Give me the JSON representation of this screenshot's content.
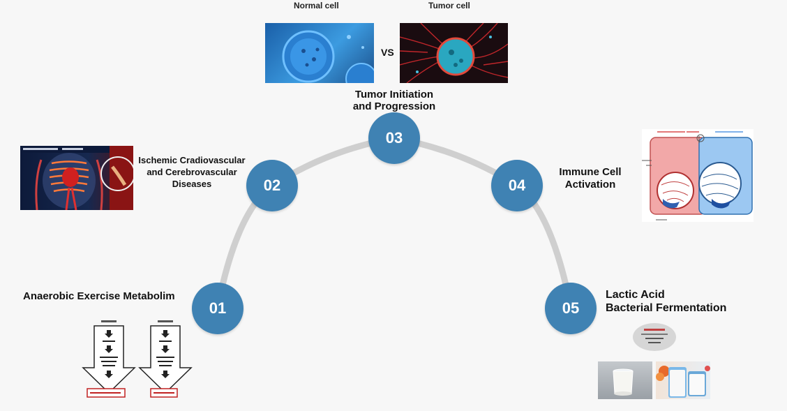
{
  "nodes": [
    {
      "number": "01",
      "label": "Anaerobic Exercise Metabolim"
    },
    {
      "number": "02",
      "label_lines": [
        "Ischemic Cradiovascular",
        "and Cerebrovascular",
        "Diseases"
      ]
    },
    {
      "number": "03",
      "label_lines": [
        "Tumor Initiation",
        "and Progression"
      ]
    },
    {
      "number": "04",
      "label_lines": [
        "Immune Cell",
        "Activation"
      ]
    },
    {
      "number": "05",
      "label_lines": [
        "Lactic Acid",
        "Bacterial Fermentation"
      ]
    }
  ],
  "cells": {
    "normal_label": "Normal cell",
    "tumor_label": "Tumor cell",
    "vs": "VS"
  },
  "colors": {
    "node_fill": "#3f82b3",
    "arc": "#cfcfcf",
    "background": "#f7f7f7"
  }
}
